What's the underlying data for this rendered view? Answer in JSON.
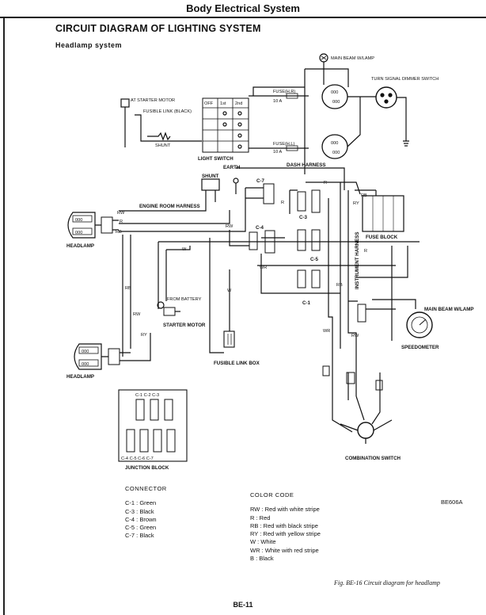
{
  "header": {
    "title": "Body Electrical System"
  },
  "title": "CIRCUIT DIAGRAM OF LIGHTING SYSTEM",
  "subtitle": "Headlamp system",
  "labels": {
    "main_beam_lamp": "MAIN BEAM W/LAMP",
    "turn_signal": "TURN SIGNAL DIMMER SWITCH",
    "at_starter": "AT STARTER MOTOR",
    "fusible_link": "FUSIBLE LINK (BLACK)",
    "shunt_small": "SHUNT",
    "light_switch": "LIGHT SWITCH",
    "switch_cols": [
      "OFF",
      "1st",
      "2nd"
    ],
    "fuse_hr": "FUSE(H.R)",
    "fuse_hr_rating": "10 A",
    "fuse_hl": "FUSE(H.L)",
    "fuse_hl_rating": "10 A",
    "earth": "EARTH",
    "dash_harness": "DASH HARNESS",
    "shunt": "SHUNT",
    "engine_room_harness": "ENGINE ROOM HARNESS",
    "headlamp_top": "HEADLAMP",
    "headlamp_bottom": "HEADLAMP",
    "from_battery": "FROM BATTERY",
    "starter_motor": "STARTER MOTOR",
    "fusible_link_box": "FUSIBLE LINK BOX",
    "instrument_harness": "INSTRUMENT HARNESS",
    "fuse_block": "FUSE BLOCK",
    "main_beam_lamp2": "MAIN BEAM W/LAMP",
    "speedometer": "SPEEDOMETER",
    "combination_switch": "COMBINATION SWITCH",
    "junction_block": "JUNCTION BLOCK",
    "jb_top": "C-1  C-2  C-3",
    "jb_bottom": "C-4  C-5  C-6  C-7",
    "lamp_lo": "000",
    "connectors": [
      "C-7",
      "C-3",
      "C-4",
      "C-5",
      "C-1"
    ],
    "wires": {
      "rw": "RW",
      "r": "R",
      "rb": "RB",
      "ry": "RY",
      "w": "W",
      "wr": "WR",
      "b": "B"
    }
  },
  "connector": {
    "heading": "CONNECTOR",
    "rows": [
      "C-1  :  Green",
      "C-3  :  Black",
      "C-4  :  Brown",
      "C-5  :  Green",
      "C-7  :  Black"
    ]
  },
  "color_code": {
    "heading": "COLOR  CODE",
    "rows": [
      "RW :  Red with white stripe",
      "R    :  Red",
      "RB :  Red with black stripe",
      "RY :  Red with yellow stripe",
      "W    :  White",
      "WR :  White with red stripe",
      "B    :  Black"
    ]
  },
  "code": "BE606A",
  "figure_caption": "Fig.  BE-16   Circuit diagram for headlamp",
  "page_number": "BE-11"
}
